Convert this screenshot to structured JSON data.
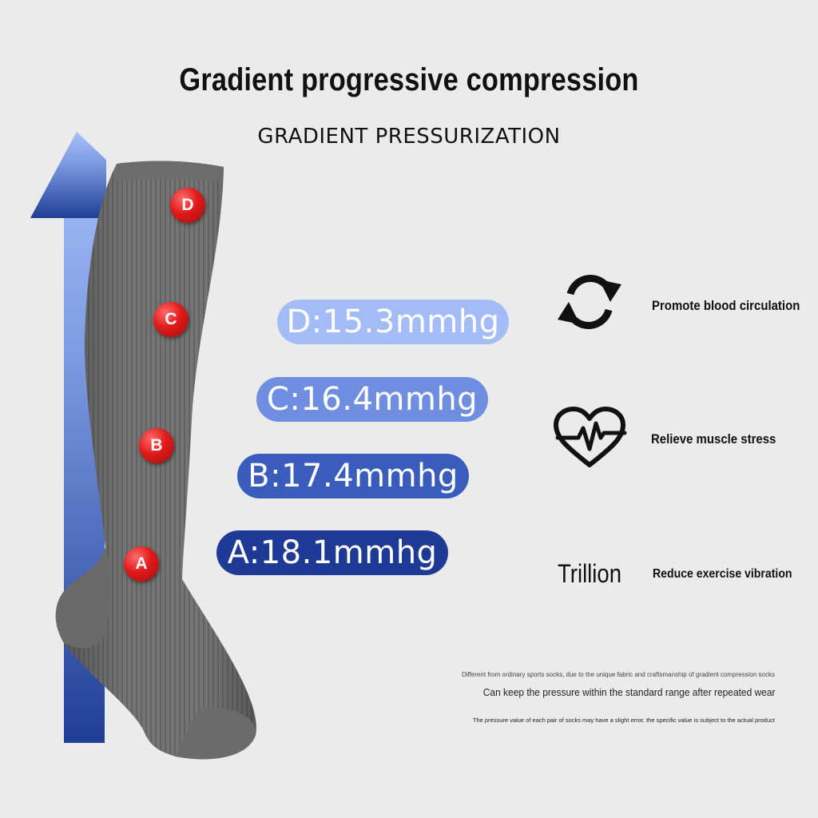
{
  "header": {
    "title": "Gradient progressive compression",
    "subtitle": "GRADIENT PRESSURIZATION"
  },
  "colors": {
    "background": "#ebebeb",
    "arrow_top": "#a8c0f5",
    "arrow_bottom": "#1f3f96",
    "sock": "#727272",
    "marker_red": "#e01b1b",
    "pill_d": "#a3bcf5",
    "pill_c": "#6f8ee0",
    "pill_b": "#3a5cbc",
    "pill_a": "#1e3a94"
  },
  "markers": [
    {
      "letter": "D"
    },
    {
      "letter": "C"
    },
    {
      "letter": "B"
    },
    {
      "letter": "A"
    }
  ],
  "pressures": [
    {
      "label": "D:15.3mmhg"
    },
    {
      "label": "C:16.4mmhg"
    },
    {
      "label": "B:17.4mmhg"
    },
    {
      "label": "A:18.1mmhg"
    }
  ],
  "features": [
    {
      "icon": "circulation-arrows-icon",
      "label": "Promote blood circulation"
    },
    {
      "icon": "heartbeat-icon",
      "label": "Relieve muscle stress"
    },
    {
      "icon": "trillion-text",
      "icon_text": "Trillion",
      "label": "Reduce exercise vibration"
    }
  ],
  "notes": {
    "line1": "Different from ordinary sports socks, due to the unique fabric and craftsmanship of gradient compression socks",
    "line2": "Can keep the pressure within the standard range after repeated wear",
    "line3": "The pressure value of each pair of socks may have a slight error, the specific value is subject to the actual product"
  }
}
